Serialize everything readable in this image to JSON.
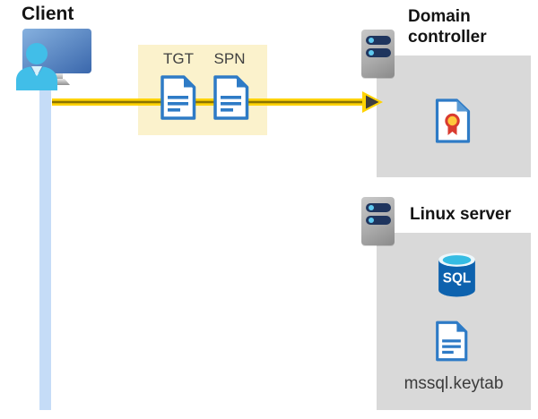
{
  "client": {
    "label": "Client"
  },
  "credentials_box": {
    "items": [
      {
        "label": "TGT"
      },
      {
        "label": "SPN"
      }
    ]
  },
  "domain_controller": {
    "label": "Domain controller"
  },
  "linux_server": {
    "label": "Linux server",
    "database_label": "SQL",
    "keytab_file_label": "mssql.keytab"
  },
  "colors": {
    "highlight_box": "#FBF2CC",
    "panel": "#D9D9D9",
    "vline": "#C5DCF7",
    "arrow_yellow": "#FFD303",
    "arrow_core": "#8A7400",
    "arrow_head": "#3F3F3F",
    "doc_blue": "#2E7BC6",
    "person_cyan": "#41BEE8",
    "server_bar_navy": "#1F355E",
    "sql_body_blue": "#0D62AE",
    "cert_red": "#D93B30",
    "cert_gold": "#FFC83D"
  }
}
